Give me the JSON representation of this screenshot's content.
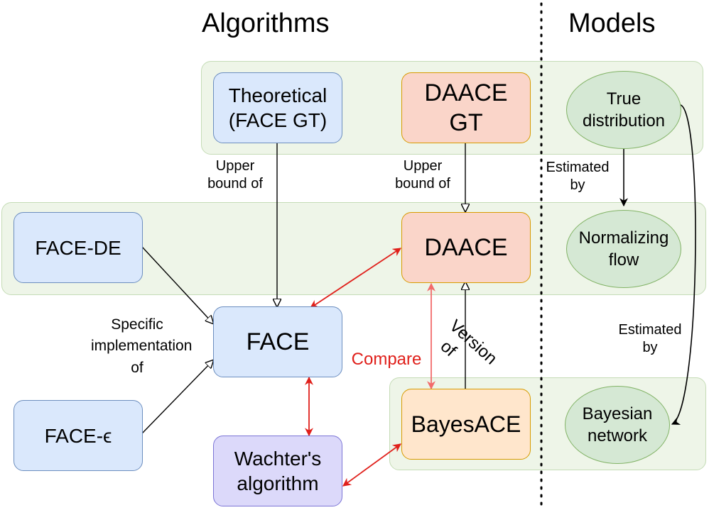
{
  "headings": {
    "algorithms": "Algorithms",
    "models": "Models"
  },
  "nodes": {
    "theoretical": [
      "Theoretical",
      "(FACE GT)"
    ],
    "daace_gt": [
      "DAACE",
      "GT"
    ],
    "true_distribution": [
      "True",
      "distribution"
    ],
    "face_de": "FACE-DE",
    "daace": "DAACE",
    "normalizing_flow": [
      "Normalizing",
      "flow"
    ],
    "face": "FACE",
    "face_epsilon": "FACE-ϵ",
    "wachter": [
      "Wachter's",
      "algorithm"
    ],
    "bayesace": "BayesACE",
    "bayesian_network": [
      "Bayesian",
      "network"
    ]
  },
  "edge_labels": {
    "upper_bound_1": [
      "Upper",
      "bound of"
    ],
    "upper_bound_2": [
      "Upper",
      "bound of"
    ],
    "estimated_by_1": [
      "Estimated",
      "by"
    ],
    "estimated_by_2": [
      "Estimated",
      "by"
    ],
    "specific_implementation": [
      "Specific",
      "implementation",
      "of"
    ],
    "version_of": [
      "Version",
      "of"
    ],
    "compare": "Compare"
  },
  "colors": {
    "band_fill": "#eef5e8",
    "band_stroke": "#c5dcb6",
    "blue_fill": "#dae8fc",
    "blue_stroke": "#6c8ebf",
    "salmon_fill": "#fad5c9",
    "peach_fill": "#ffe6cc",
    "orange_stroke": "#d79b00",
    "purple_fill": "#dcd9fa",
    "green_fill": "#d5e8d4",
    "green_stroke": "#82b366",
    "compare_red": "#e0201b",
    "compare_pink": "#f26b6b"
  }
}
